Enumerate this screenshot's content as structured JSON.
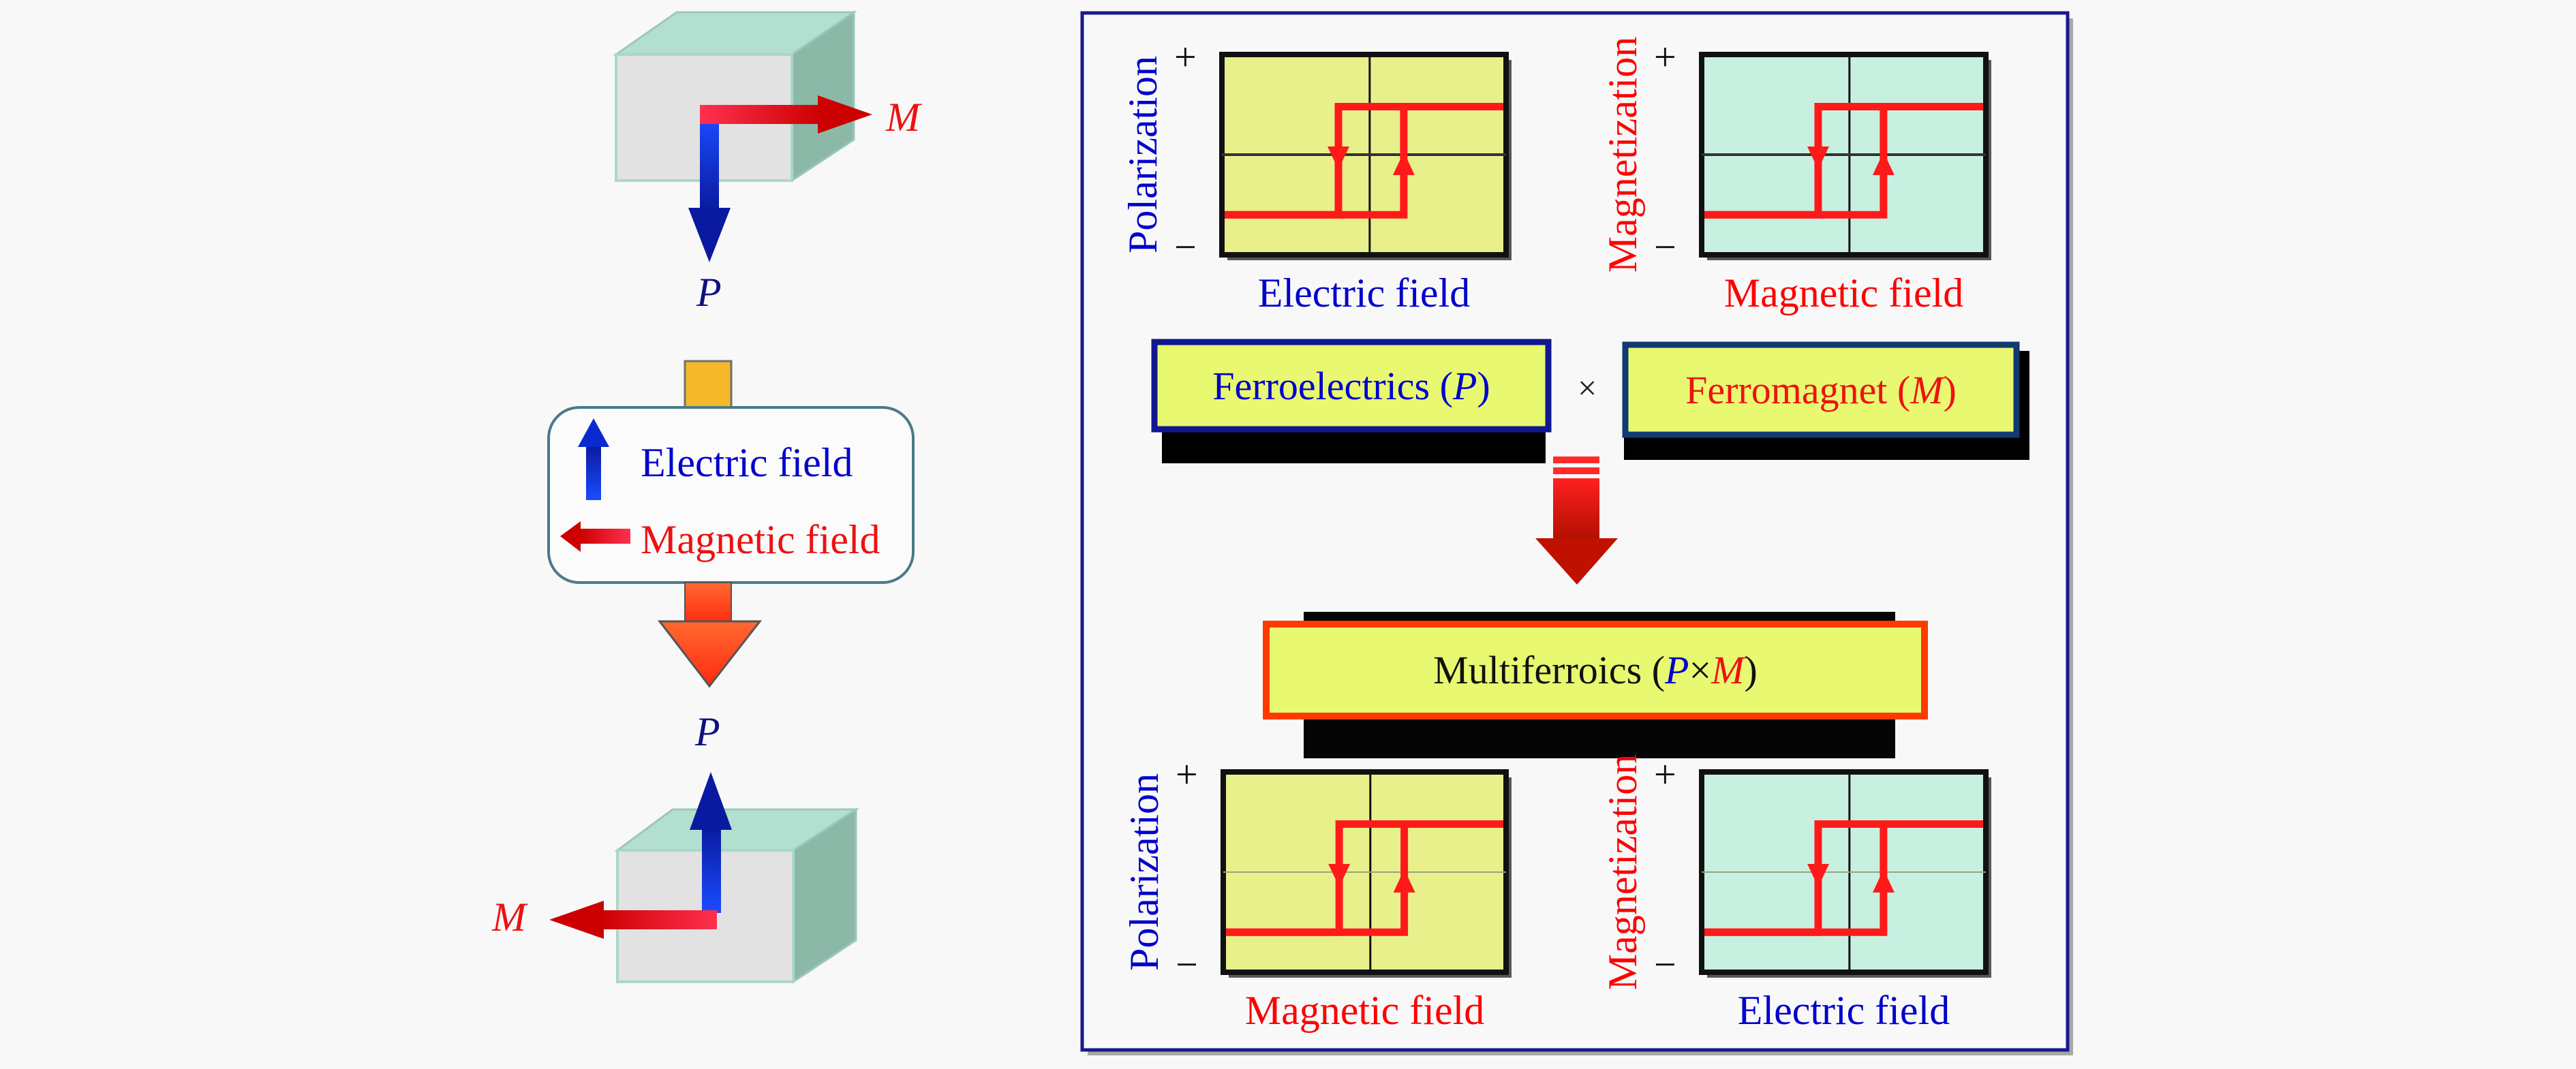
{
  "left": {
    "top_cube": {
      "m_label": "M",
      "p_label": "P",
      "m_direction": "right",
      "p_direction": "down"
    },
    "legend": {
      "electric_field": "Electric field",
      "magnetic_field": "Magnetic field"
    },
    "bottom_cube": {
      "m_label": "M",
      "p_label": "P",
      "m_direction": "left",
      "p_direction": "up"
    }
  },
  "right": {
    "plots": [
      {
        "id": "top-left",
        "ylabel": "Polarization",
        "xlabel": "Electric field",
        "plus": "+",
        "minus": "−",
        "ylabel_color": "#0000cc",
        "xlabel_color": "#0000cc",
        "fill": "#e8f08c"
      },
      {
        "id": "top-right",
        "ylabel": "Magnetization",
        "xlabel": "Magnetic field",
        "plus": "+",
        "minus": "−",
        "ylabel_color": "#ff0000",
        "xlabel_color": "#ff0000",
        "fill": "#c8f0e0"
      },
      {
        "id": "bottom-left",
        "ylabel": "Polarization",
        "xlabel": "Magnetic field",
        "plus": "+",
        "minus": "−",
        "ylabel_color": "#0000cc",
        "xlabel_color": "#ff0000",
        "fill": "#e8f08c"
      },
      {
        "id": "bottom-right",
        "ylabel": "Magnetization",
        "xlabel": "Electric field",
        "plus": "+",
        "minus": "−",
        "ylabel_color": "#ff0000",
        "xlabel_color": "#0000cc",
        "fill": "#c8f0e0"
      }
    ],
    "ferroelectrics": {
      "text": "Ferroelectrics (",
      "symbol": "P",
      "close": ")"
    },
    "times": "×",
    "ferromagnet": {
      "text": "Ferromagnet (",
      "symbol": "M",
      "close": ")"
    },
    "multiferroics": {
      "text": "Multiferroics (",
      "p": "P",
      "x": "×",
      "m": "M",
      "close": ")"
    }
  },
  "colors": {
    "blue": "#0000cc",
    "red": "#ff1a1a",
    "panel_border": "#1a1a8c",
    "box_fill": "#e8f870",
    "cube_front": "#e2e2e2",
    "cube_top": "#b2dfd0",
    "cube_side": "#8cb8a8"
  }
}
